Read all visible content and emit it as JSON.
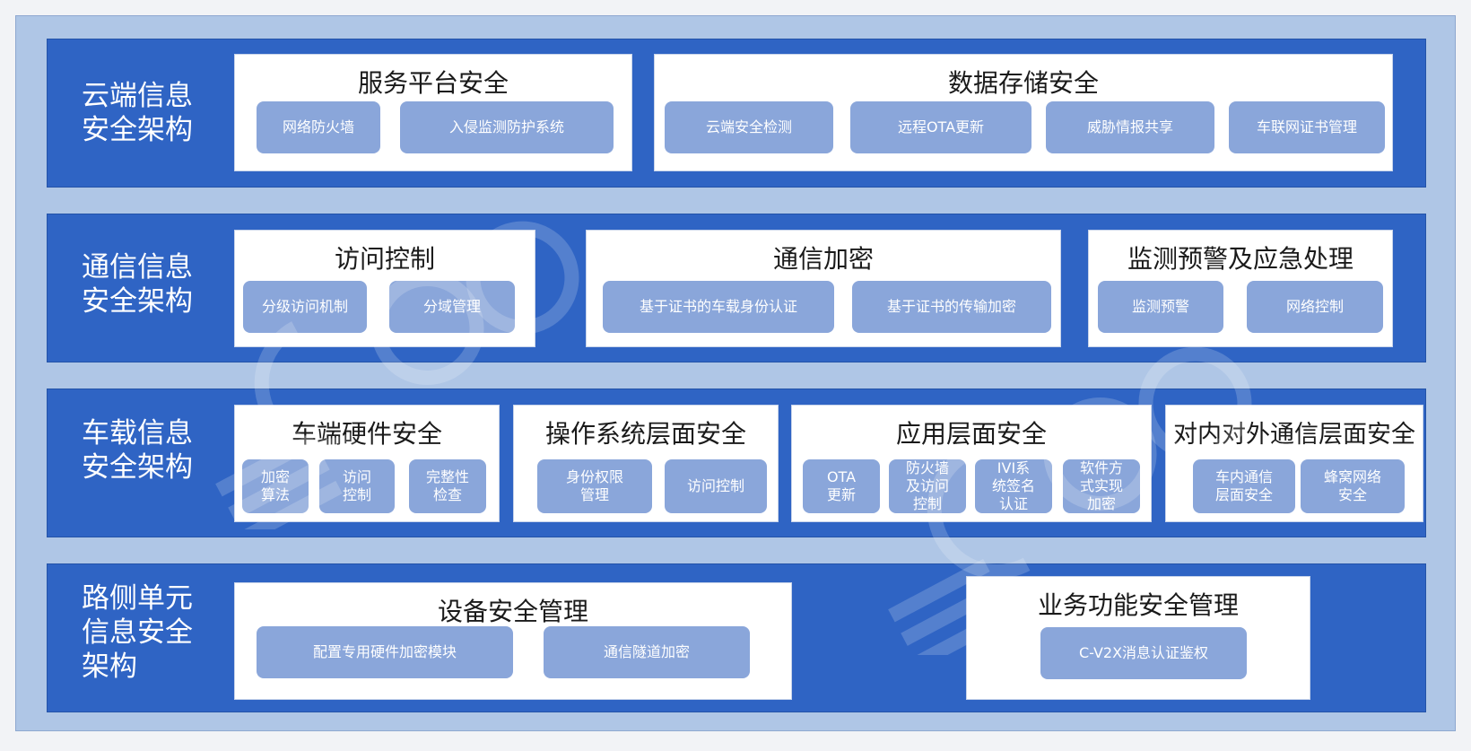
{
  "rows": [
    {
      "title": "云端信息\n安全架构",
      "panels": [
        {
          "title": "服务平台安全",
          "chips": [
            "网络防火墙",
            "入侵监测防护系统"
          ]
        },
        {
          "title": "数据存储安全",
          "chips": [
            "云端安全检测",
            "远程OTA更新",
            "威胁情报共享",
            "车联网证书管理"
          ]
        }
      ]
    },
    {
      "title": "通信信息\n安全架构",
      "panels": [
        {
          "title": "访问控制",
          "chips": [
            "分级访问机制",
            "分域管理"
          ]
        },
        {
          "title": "通信加密",
          "chips": [
            "基于证书的车载身份认证",
            "基于证书的传输加密"
          ]
        },
        {
          "title": "监测预警及应急处理",
          "chips": [
            "监测预警",
            "网络控制"
          ]
        }
      ]
    },
    {
      "title": "车载信息\n安全架构",
      "panels": [
        {
          "title": "车端硬件安全",
          "chips": [
            "加密\n算法",
            "访问\n控制",
            "完整性\n检查"
          ]
        },
        {
          "title": "操作系统层面安全",
          "chips": [
            "身份权限\n管理",
            "访问控制"
          ]
        },
        {
          "title": "应用层面安全",
          "chips": [
            "OTA\n更新",
            "防火墙\n及访问\n控制",
            "IVI系\n统签名\n认证",
            "软件方\n式实现\n加密"
          ]
        },
        {
          "title": "对内对外通信层面安全",
          "chips": [
            "车内通信\n层面安全",
            "蜂窝网络\n安全"
          ]
        }
      ]
    },
    {
      "title": "路侧单元\n信息安全\n架构",
      "panels": [
        {
          "title": "设备安全管理",
          "chips": [
            "配置专用硬件加密模块",
            "通信隧道加密"
          ]
        },
        {
          "title": "业务功能安全管理",
          "chips": [
            "C-V2X消息认证鉴权"
          ]
        }
      ]
    }
  ],
  "colors": {
    "band": "#2f64c4",
    "frame": "#afc6e6",
    "chip": "#8aa6da",
    "panel": "#ffffff"
  }
}
